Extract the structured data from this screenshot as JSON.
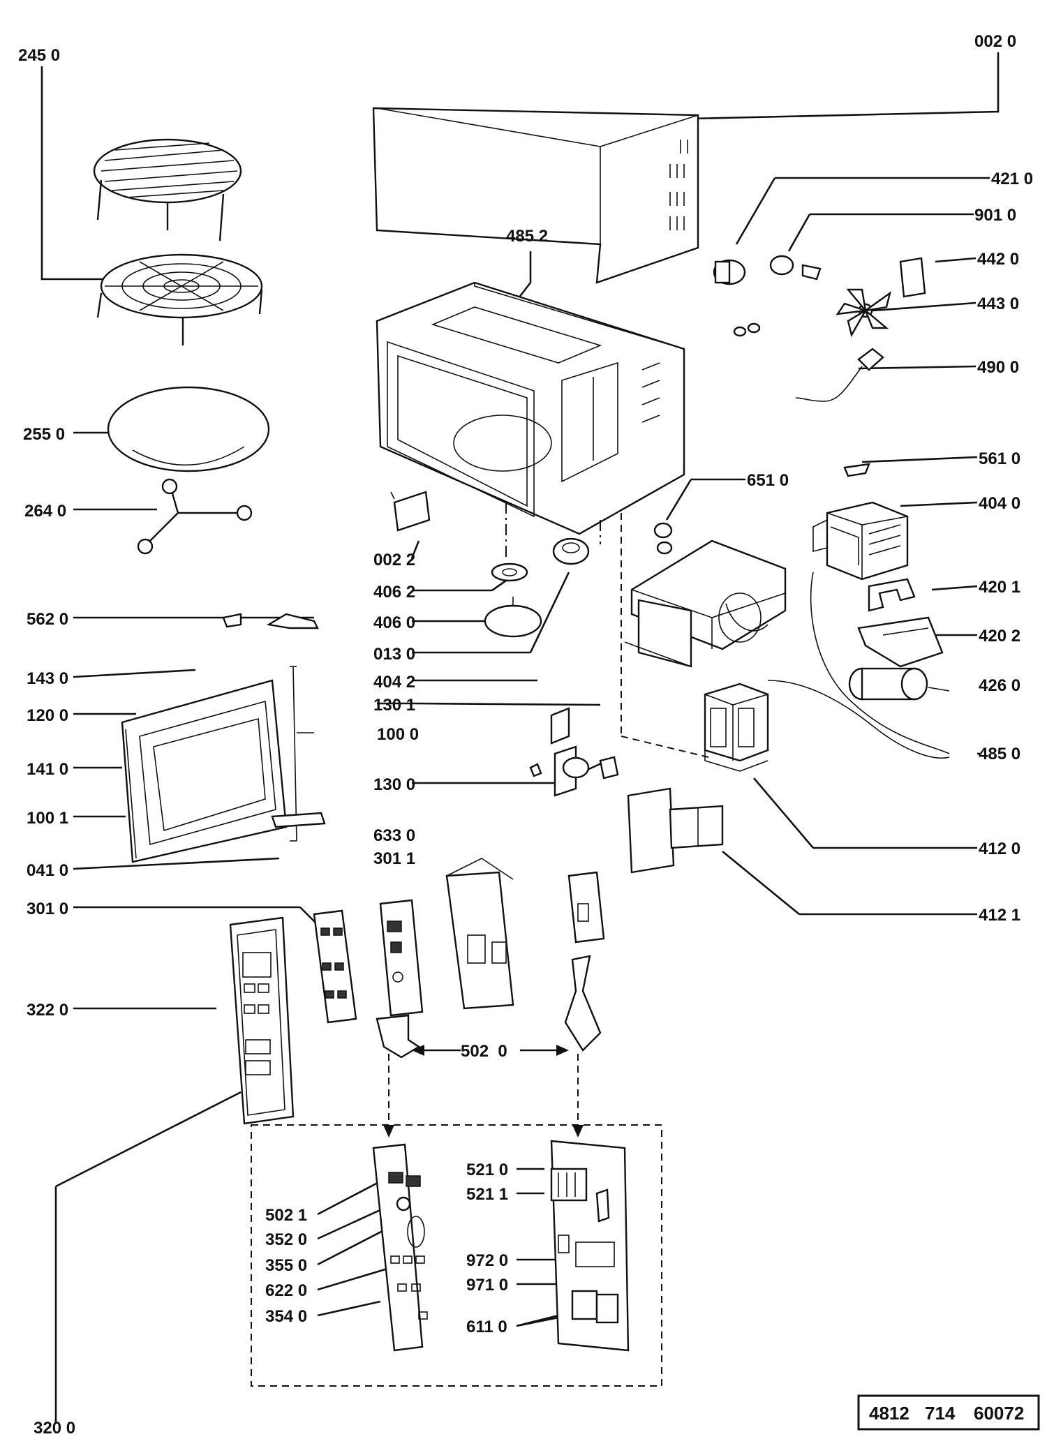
{
  "labels": {
    "l245_0": "245 0",
    "l002_0": "002 0",
    "l421_0": "421 0",
    "l901_0": "901 0",
    "l442_0": "442 0",
    "l443_0": "443 0",
    "l490_0": "490 0",
    "l485_2": "485 2",
    "l255_0": "255 0",
    "l264_0": "264 0",
    "l561_0": "561 0",
    "l651_0": "651 0",
    "l404_0": "404 0",
    "l002_2": "002 2",
    "l406_2": "406 2",
    "l406_0": "406 0",
    "l013_0": "013 0",
    "l562_0": "562 0",
    "l420_1": "420 1",
    "l420_2": "420 2",
    "l404_2": "404 2",
    "l143_0": "143 0",
    "l426_0": "426 0",
    "l120_0": "120 0",
    "l130_1": "130 1",
    "l100_0": "100 0",
    "l485_0": "485 0",
    "l141_0": "141 0",
    "l130_0": "130 0",
    "l100_1": "100 1",
    "l633_0": "633 0",
    "l301_1": "301 1",
    "l412_0": "412 0",
    "l041_0": "041 0",
    "l301_0": "301 0",
    "l412_1": "412 1",
    "l322_0": "322 0",
    "l502_0": "502  0",
    "l521_0": "521 0",
    "l521_1": "521 1",
    "l502_1": "502 1",
    "l352_0": "352 0",
    "l355_0": "355 0",
    "l972_0": "972 0",
    "l971_0": "971 0",
    "l622_0": "622 0",
    "l354_0": "354 0",
    "l611_0": "611 0",
    "l320_0": "320 0"
  },
  "stamp": {
    "part1": "4812",
    "part2": "714",
    "part3": "60072"
  }
}
